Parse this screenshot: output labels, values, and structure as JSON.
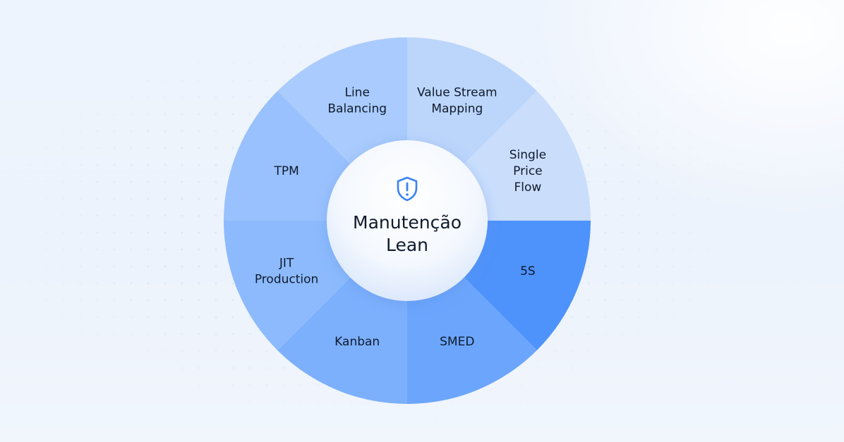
{
  "diagram": {
    "center": {
      "icon": "shield-alert-icon",
      "title_lines": [
        "Manutenção",
        "Lean"
      ]
    },
    "segments": [
      {
        "id": "value-stream-mapping",
        "lines": [
          "Value Stream",
          "Mapping"
        ],
        "color": "#bcd5fb"
      },
      {
        "id": "single-price-flow",
        "lines": [
          "Single",
          "Price",
          "Flow"
        ],
        "color": "#cadefc"
      },
      {
        "id": "5s",
        "lines": [
          "5S"
        ],
        "color": "#4e92fb"
      },
      {
        "id": "smed",
        "lines": [
          "SMED"
        ],
        "color": "#6ba5fc"
      },
      {
        "id": "kanban",
        "lines": [
          "Kanban"
        ],
        "color": "#7cb0fd"
      },
      {
        "id": "jit-production",
        "lines": [
          "JIT",
          "Production"
        ],
        "color": "#8cbafd"
      },
      {
        "id": "tpm",
        "lines": [
          "TPM"
        ],
        "color": "#99c1fd"
      },
      {
        "id": "line-balancing",
        "lines": [
          "Line",
          "Balancing"
        ],
        "color": "#a9cbfd"
      }
    ],
    "colors": {
      "text": "#0f1b2d",
      "icon": "#3b82f6",
      "hub_top": "#ffffff",
      "hub_bottom": "#dfeafb"
    }
  }
}
